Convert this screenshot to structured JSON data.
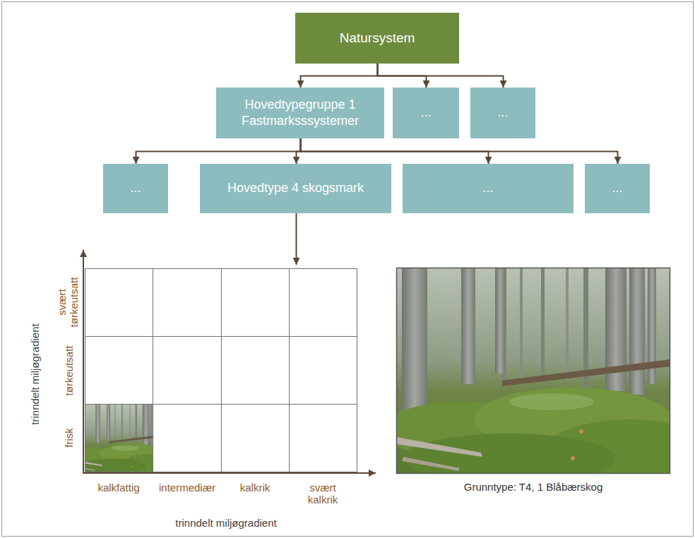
{
  "diagram": {
    "nodes": [
      {
        "text": [
          "Natursystem"
        ]
      },
      {
        "text": [
          "Hovedtypegruppe 1 Fastmarksssystemer"
        ]
      },
      {
        "text": [
          "..."
        ]
      },
      {
        "text": [
          "..."
        ]
      },
      {
        "text": [
          "..."
        ]
      },
      {
        "text": [
          "Hovedtype 4 skogsmark"
        ]
      },
      {
        "text": [
          "..."
        ]
      },
      {
        "text": [
          "..."
        ]
      },
      {
        "text": [
          "svært tørkeutsatt",
          "tørkeutsatt",
          "frisk",
          "kalkfattig",
          "intermediær",
          "kalkrik",
          "svært kalkrik",
          "trinndelt miljøgradient",
          "trinndelt miljøgradient"
        ]
      },
      {
        "text": [
          "Grunntype: T4, 1 Blåbærskog"
        ]
      }
    ],
    "edges": [
      {
        "from": 0,
        "to": 1,
        "arrow": "to"
      },
      {
        "from": 0,
        "to": 2,
        "arrow": "to"
      },
      {
        "from": 0,
        "to": 3,
        "arrow": "to"
      },
      {
        "from": 1,
        "to": 4,
        "arrow": "to"
      },
      {
        "from": 1,
        "to": 5,
        "arrow": "to"
      },
      {
        "from": 1,
        "to": 6,
        "arrow": "to"
      },
      {
        "from": 1,
        "to": 7,
        "arrow": "to"
      },
      {
        "from": 5,
        "to": 8,
        "arrow": "to"
      }
    ]
  }
}
